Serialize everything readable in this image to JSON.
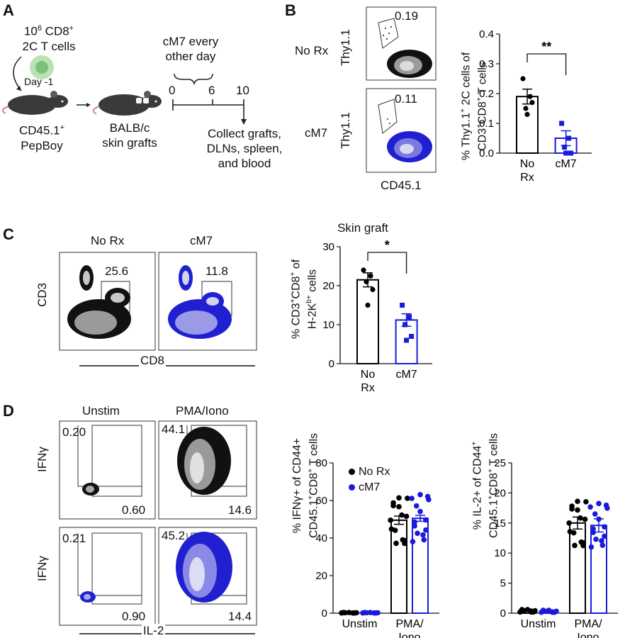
{
  "panelA": {
    "label": "A",
    "cells_line1": "10",
    "cells_sup": "6",
    "cells_line1b": " CD8",
    "cells_plus": "+",
    "cells_line2": "2C T cells",
    "day": "Day -1",
    "donor_line1": "CD45.1",
    "donor_plus": "+",
    "donor_line2": "PepBoy",
    "recipient_line1": "BALB/c",
    "recipient_line2": "skin grafts",
    "treatment_line1": "cM7 every",
    "treatment_line2": "other day",
    "timeline_ticks": [
      "0",
      "6",
      "10"
    ],
    "collect_line1": "Collect grafts,",
    "collect_line2": "DLNs, spleen,",
    "collect_line3": "and blood"
  },
  "panelB": {
    "label": "B",
    "rows": [
      {
        "name": "No Rx",
        "gate": "0.19",
        "ylabel": "Thy1.1"
      },
      {
        "name": "cM7",
        "gate": "0.11",
        "ylabel": "Thy1.1"
      }
    ],
    "xlabel": "CD45.1",
    "chart": {
      "ylabel_line1": "% Thy1.1",
      "ylabel_sup": "+",
      "ylabel_line1b": " 2C cells of",
      "ylabel_line2a": "CD3",
      "ylabel_line2b": "CD8",
      "ylabel_line2c": " T cells",
      "significance": "**"
    }
  },
  "panelC": {
    "label": "C",
    "plots": [
      {
        "name": "No Rx",
        "gate": "25.6"
      },
      {
        "name": "cM7",
        "gate": "11.8"
      }
    ],
    "ylabel": "CD3",
    "xlabel": "CD8",
    "chart": {
      "title": "Skin graft",
      "ylabel_line1": "% CD3",
      "ylabel_line1b": "CD8",
      "ylabel_line1c": " of",
      "ylabel_line2a": "H-2K",
      "ylabel_line2sup": "b+",
      "ylabel_line2b": " cells",
      "significance": "*"
    }
  },
  "panelD": {
    "label": "D",
    "col_titles": [
      "Unstim",
      "PMA/Iono"
    ],
    "rows": [
      {
        "ylabel": "IFNγ",
        "unstim_tl": "0.20",
        "unstim_br": "0.60",
        "pma_tl": "44.1",
        "pma_br": "14.6"
      },
      {
        "ylabel": "IFNγ",
        "unstim_tl": "0.21",
        "unstim_br": "0.90",
        "pma_tl": "45.2",
        "pma_br": "14.4"
      }
    ],
    "xlabel": "IL-2",
    "legend": [
      "No Rx",
      "cM7"
    ],
    "chart1": {
      "ylabel_line1": "% IFNγ+ of CD44+",
      "ylabel_line2": "CD45.1",
      "ylabel_line2b": "CD8",
      "ylabel_line2c": " T cells"
    },
    "chart2": {
      "ylabel_line1": "% IL-2+ of CD44",
      "ylabel_line2": "CD45.1",
      "ylabel_line2b": "CD8",
      "ylabel_line2c": " T cells"
    }
  },
  "chart_data": [
    {
      "type": "bar",
      "categories": [
        "No\nRx",
        "cM7"
      ],
      "values": [
        0.19,
        0.05
      ],
      "errors": [
        0.025,
        0.025
      ],
      "points": [
        [
          0.25,
          0.19,
          0.15,
          0.17,
          0.13
        ],
        [
          0.1,
          0.05,
          0.02,
          0.0,
          0.0
        ]
      ],
      "colors": [
        "#000000",
        "#1a1adb"
      ],
      "ylim": [
        0,
        0.4
      ],
      "yticks": [
        "0.0",
        "0.1",
        "0.2",
        "0.3",
        "0.4"
      ],
      "significance": "**"
    },
    {
      "type": "bar",
      "title": "Skin graft",
      "categories": [
        "No\nRx",
        "cM7"
      ],
      "values": [
        21.5,
        11.2
      ],
      "errors": [
        1.8,
        1.6
      ],
      "points": [
        [
          24,
          22.5,
          21,
          19,
          15
        ],
        [
          15,
          12,
          10,
          7,
          6
        ]
      ],
      "colors": [
        "#000000",
        "#1a1adb"
      ],
      "ylim": [
        0,
        30
      ],
      "yticks": [
        "0",
        "10",
        "20",
        "30"
      ],
      "significance": "*"
    },
    {
      "type": "bar",
      "categories": [
        "Unstim",
        "PMA/\nIono"
      ],
      "series": [
        {
          "name": "No Rx",
          "values": [
            0.3,
            49.5
          ],
          "errors": [
            0.1,
            2.2
          ]
        },
        {
          "name": "cM7",
          "values": [
            0.3,
            50.5
          ],
          "errors": [
            0.1,
            1.6
          ]
        }
      ],
      "colors": [
        "#000000",
        "#1a1adb"
      ],
      "ylim": [
        0,
        80
      ],
      "yticks": [
        "0",
        "20",
        "40",
        "60",
        "80"
      ]
    },
    {
      "type": "bar",
      "categories": [
        "Unstim",
        "PMA/\nIono"
      ],
      "series": [
        {
          "name": "No Rx",
          "values": [
            0.5,
            15.0
          ],
          "errors": [
            0.2,
            1.0
          ]
        },
        {
          "name": "cM7",
          "values": [
            0.4,
            14.6
          ],
          "errors": [
            0.15,
            1.1
          ]
        }
      ],
      "colors": [
        "#000000",
        "#1a1adb"
      ],
      "ylim": [
        0,
        25
      ],
      "yticks": [
        "0",
        "5",
        "10",
        "15",
        "20",
        "25"
      ]
    }
  ]
}
